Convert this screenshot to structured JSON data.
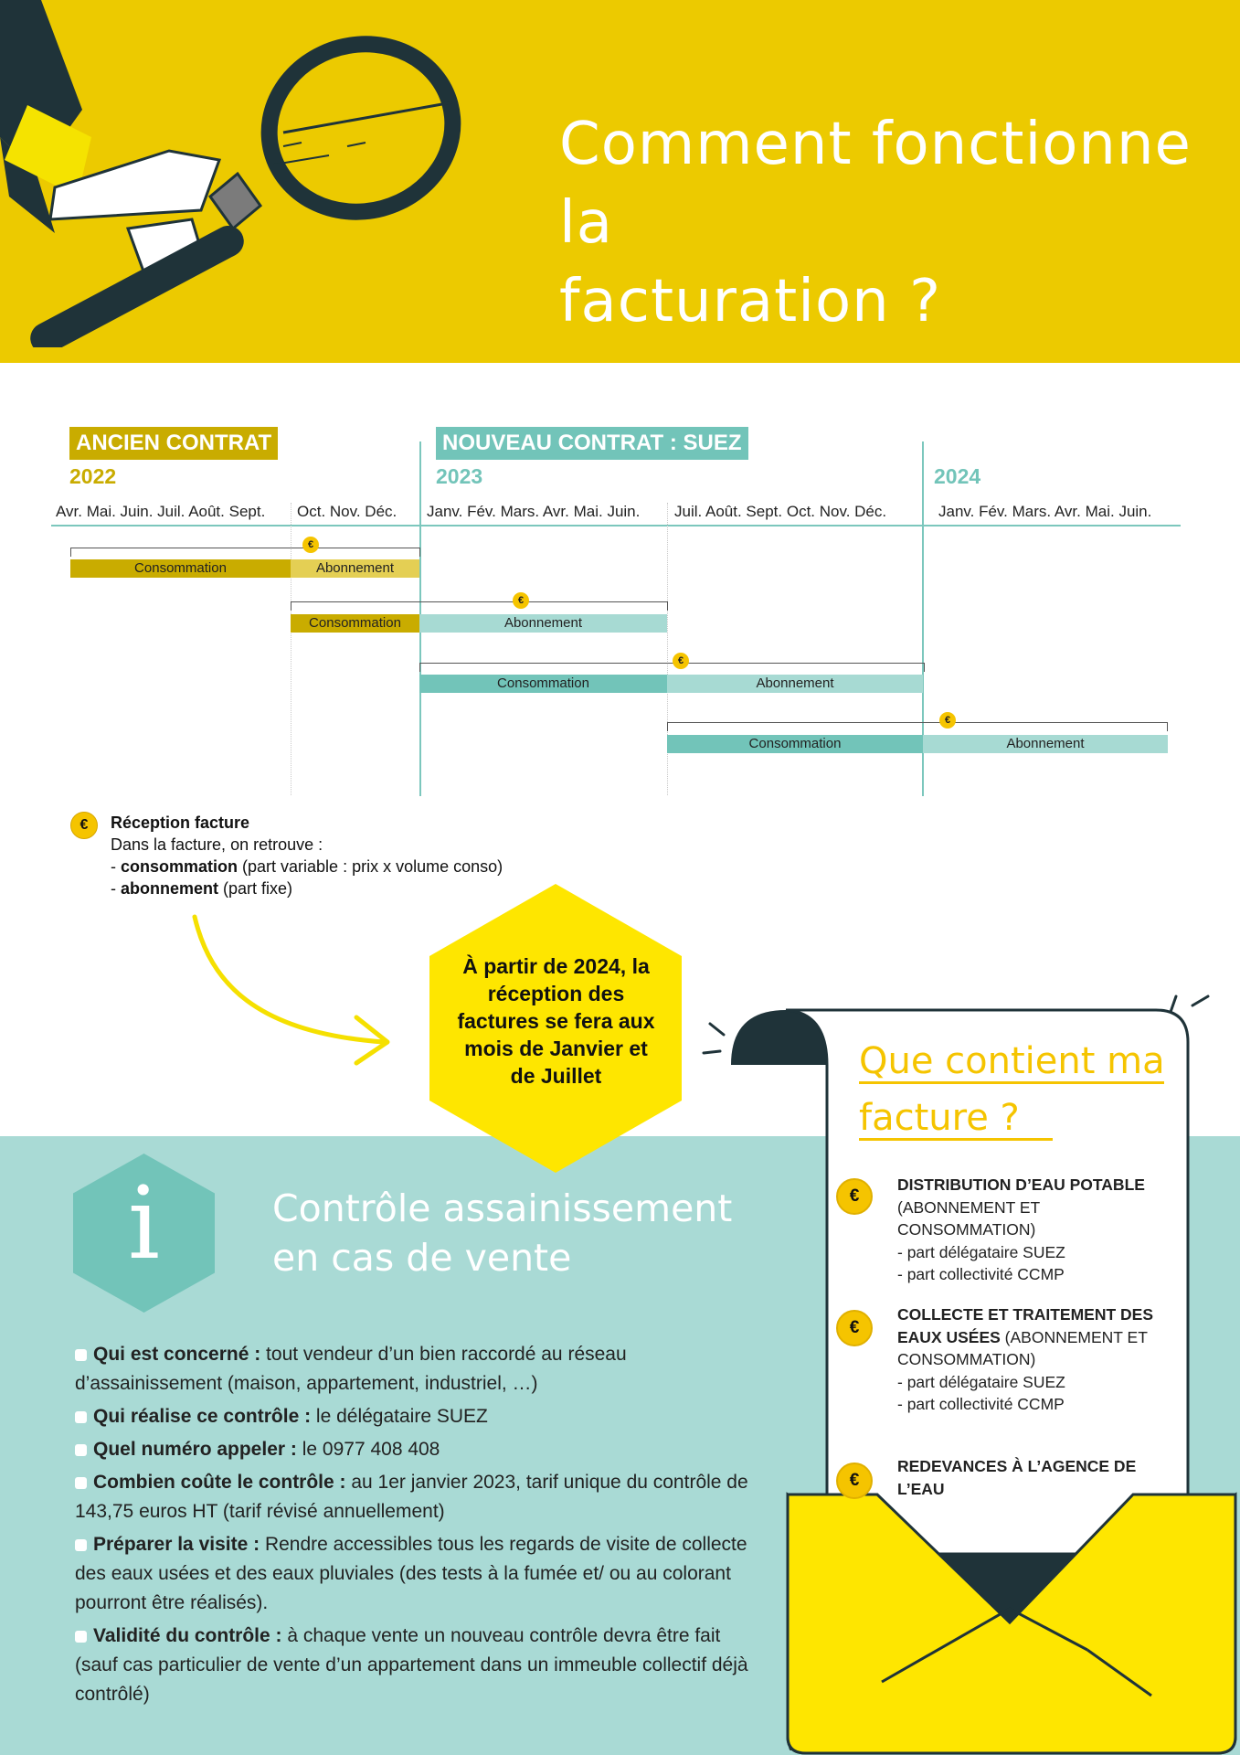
{
  "header": {
    "title_line1": "Comment fonctionne la",
    "title_line2": "facturation ?"
  },
  "timeline": {
    "old_contract_label": "ANCIEN CONTRAT",
    "new_contract_label": "NOUVEAU CONTRAT : SUEZ",
    "years": [
      "2022",
      "2023",
      "2024"
    ],
    "month_groups": [
      "Avr. Mai. Juin. Juil. Août. Sept.",
      "Oct. Nov. Déc.",
      "Janv. Fév. Mars. Avr. Mai. Juin.",
      "Juil. Août. Sept. Oct. Nov. Déc.",
      "Janv. Fév. Mars. Avr. Mai. Juin."
    ],
    "bar_consumption": "Consommation",
    "bar_subscription": "Abonnement",
    "euro_symbol": "€"
  },
  "legend": {
    "title": "Réception facture",
    "intro": "Dans la facture, on retrouve :",
    "line1_prefix": "- ",
    "line1_bold": "consommation",
    "line1_rest": " (part variable : prix x volume conso)",
    "line2_prefix": "- ",
    "line2_bold": "abonnement",
    "line2_rest": " (part fixe)"
  },
  "hexagon": {
    "text": "À partir de 2024, la réception des factures se fera aux mois de Janvier et de Juillet"
  },
  "info": {
    "icon_letter": "i",
    "title_line1": "Contrôle assainissement",
    "title_line2": "en cas de vente",
    "items": [
      {
        "bold": "Qui est concerné :",
        "text": " tout vendeur d’un bien raccordé au réseau d’assainissement (maison, appartement, industriel, …)"
      },
      {
        "bold": "Qui réalise ce contrôle :",
        "text": " le délégataire SUEZ"
      },
      {
        "bold": "Quel numéro appeler :",
        "text": " le 0977 408 408"
      },
      {
        "bold": "Combien coûte le contrôle :",
        "text": " au 1er janvier 2023, tarif unique du contrôle de 143,75 euros HT (tarif révisé annuellement)"
      },
      {
        "bold": "Préparer la visite :",
        "text": " Rendre accessibles tous les regards de visite de collecte des eaux usées et des eaux pluviales (des tests à la fumée et/ ou au colorant pourront être réalisés)."
      },
      {
        "bold": "Validité du contrôle :",
        "text": " à chaque vente un nouveau contrôle devra être fait (sauf cas particulier de vente d’un appartement dans un immeuble collectif déjà contrôlé)"
      }
    ]
  },
  "invoice": {
    "title_line1": "Que contient ma",
    "title_line2": "facture ?",
    "items": [
      {
        "bold": "DISTRIBUTION D’EAU POTABLE",
        "rest": " (ABONNEMENT ET CONSOMMATION)",
        "sub1": "- part délégataire SUEZ",
        "sub2": "- part collectivité CCMP"
      },
      {
        "bold": "COLLECTE ET TRAITEMENT DES EAUX USÉES",
        "rest": " (ABONNEMENT ET CONSOMMATION)",
        "sub1": "- part délégataire SUEZ",
        "sub2": "- part collectivité CCMP"
      },
      {
        "bold": "REDEVANCES À L’AGENCE DE L’EAU",
        "rest": "",
        "sub1": "",
        "sub2": ""
      }
    ]
  },
  "colors": {
    "yellow": "#ecca00",
    "teal_bg": "#a9dad5",
    "teal": "#72c4b9",
    "dark": "#1f3339",
    "old_bar": "#c9ac00"
  }
}
